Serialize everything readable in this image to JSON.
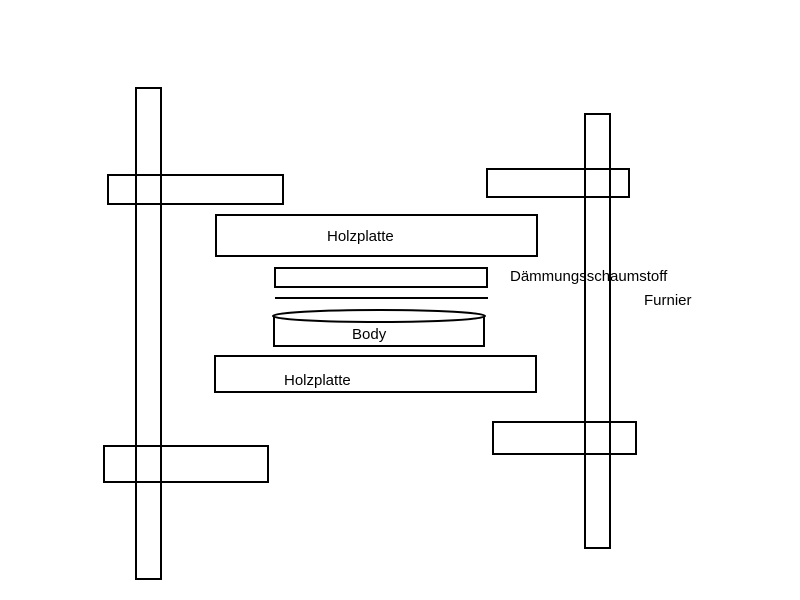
{
  "labels": {
    "top_board": "Holzplatte",
    "foam": "Dämmungsschaumstoff",
    "veneer": "Furnier",
    "body": "Body",
    "bottom_board": "Holzplatte"
  },
  "colors": {
    "stroke": "#000000",
    "background": "#ffffff",
    "text": "#000000"
  }
}
